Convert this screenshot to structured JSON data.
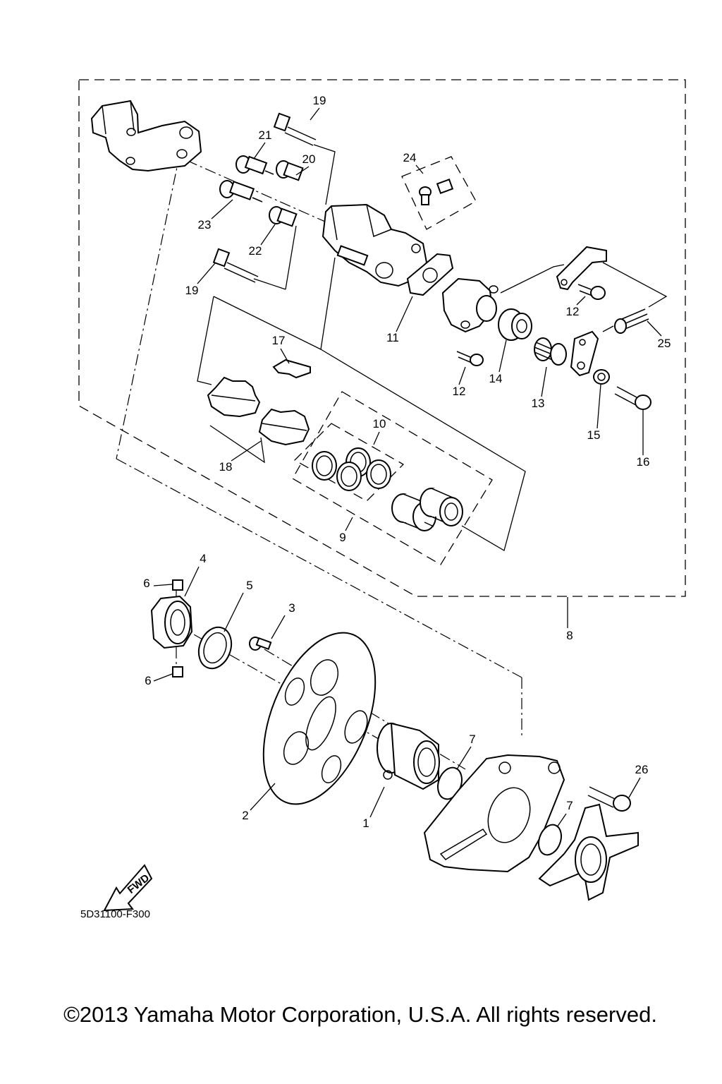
{
  "callouts": [
    "19",
    "21",
    "20",
    "24",
    "23",
    "22",
    "19",
    "11",
    "12",
    "25",
    "17",
    "14",
    "13",
    "12",
    "10",
    "15",
    "16",
    "18",
    "9",
    "4",
    "6",
    "5",
    "3",
    "8",
    "6",
    "7",
    "26",
    "2",
    "1",
    "7"
  ],
  "fwd_badge": "FWD",
  "diagram_code": "5D31100-F300",
  "copyright": "©2013 Yamaha Motor Corporation, U.S.A. All rights reserved."
}
